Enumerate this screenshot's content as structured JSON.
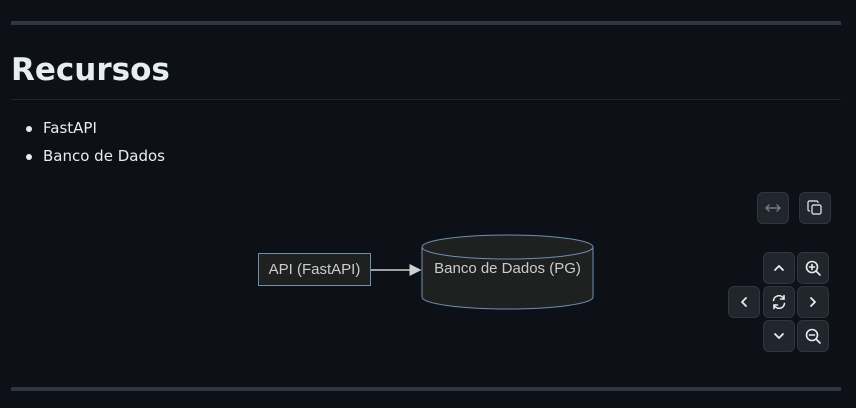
{
  "section": {
    "title": "Recursos"
  },
  "list": {
    "items": [
      "FastAPI",
      "Banco de Dados"
    ]
  },
  "diagram": {
    "nodes": {
      "api": "API (FastAPI)",
      "db": "Banco de Dados (PG)"
    },
    "colors": {
      "node_border": "#6d8fb3",
      "node_fill": "#1f2020",
      "edge": "#d0d0d0",
      "text": "#cccccc"
    }
  },
  "controls": {
    "icons": [
      "expand-horizontal-icon",
      "copy-icon",
      "chevron-up-icon",
      "zoom-in-icon",
      "chevron-left-icon",
      "reset-icon",
      "chevron-right-icon",
      "chevron-down-icon",
      "zoom-out-icon"
    ]
  },
  "theme": {
    "background": "#0d1117",
    "text": "#e6edf3",
    "rule": "#30363d"
  }
}
